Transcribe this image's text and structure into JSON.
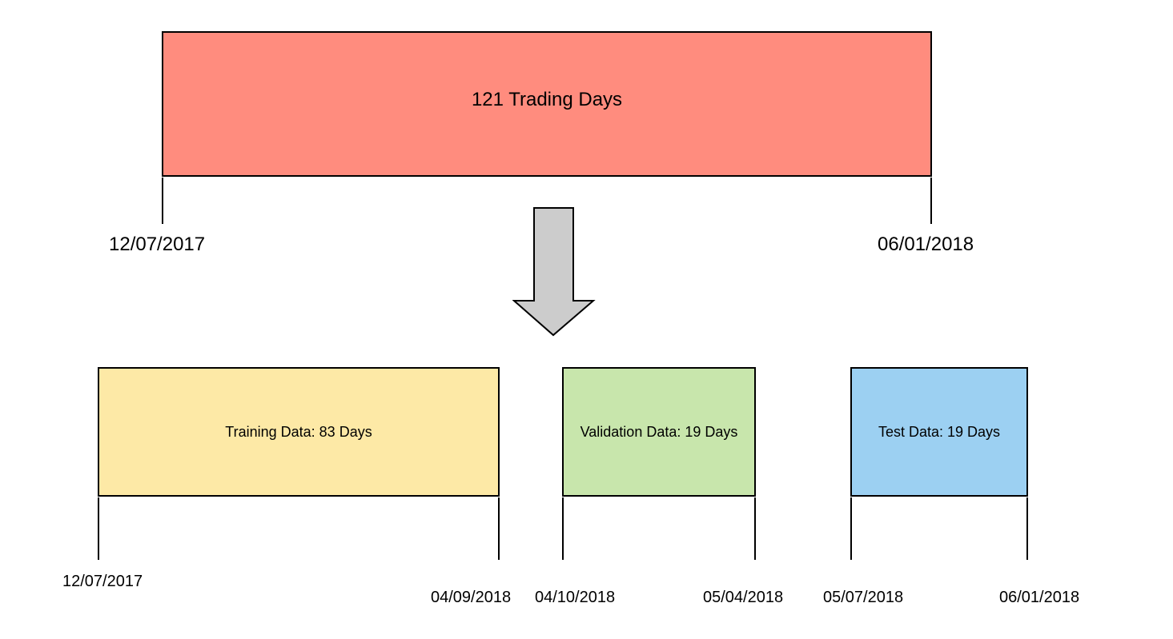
{
  "overall": {
    "label": "121 Trading Days",
    "start_date": "12/07/2017",
    "end_date": "06/01/2018",
    "color": "#ff8c7e"
  },
  "arrow": {
    "icon": "down-arrow-icon",
    "color": "#cccccc"
  },
  "splits": [
    {
      "label": "Training Data: 83 Days",
      "start_date": "12/07/2017",
      "end_date": "04/09/2018",
      "color": "#fde9a6"
    },
    {
      "label": "Validation Data: 19 Days",
      "start_date": "04/10/2018",
      "end_date": "05/04/2018",
      "color": "#c8e6ac"
    },
    {
      "label": "Test Data: 19 Days",
      "start_date": "05/07/2018",
      "end_date": "06/01/2018",
      "color": "#9cd0f2"
    }
  ]
}
